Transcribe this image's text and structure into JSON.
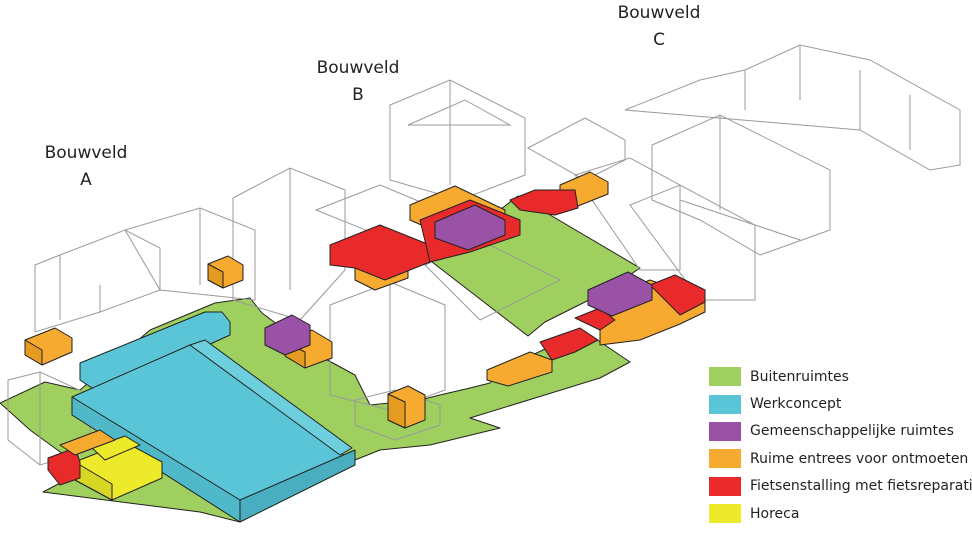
{
  "zones": [
    {
      "id": "a",
      "title": "Bouwveld",
      "letter": "A"
    },
    {
      "id": "b",
      "title": "Bouwveld",
      "letter": "B"
    },
    {
      "id": "c",
      "title": "Bouwveld",
      "letter": "C"
    }
  ],
  "legend": [
    {
      "label": "Buitenruimtes",
      "color": "#9ecf5f"
    },
    {
      "label": "Werkconcept",
      "color": "#5ac5d6"
    },
    {
      "label": "Gemeenschappelijke ruimtes",
      "color": "#9a52a6"
    },
    {
      "label": "Ruime entrees voor ontmoeten",
      "color": "#f7aa30"
    },
    {
      "label": "Fietsenstalling met fietsreparatie",
      "color": "#e82a2a"
    },
    {
      "label": "Horeca",
      "color": "#ecea2a"
    }
  ]
}
